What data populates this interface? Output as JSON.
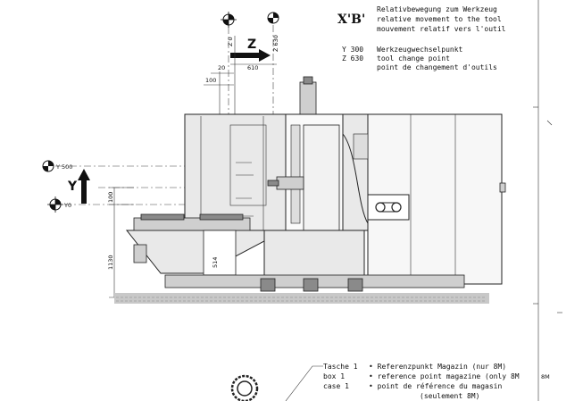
{
  "header": {
    "code": "X'B'",
    "lines": [
      "Relativbewegung zum Werkzeug",
      "relative movement to the tool",
      "mouvement relatif vers l'outil"
    ]
  },
  "tool_change": {
    "y": "Y 300",
    "y_text": "Werkzeugwechselpunkt",
    "z": "Z 630",
    "z_text1": "tool change point",
    "z_text2": "point de changement d'outils"
  },
  "axes": {
    "z_label": "Z",
    "y_label": "Y",
    "z0": "Z 0",
    "z630": "Z 630",
    "y500": "Y 500",
    "y0": "Y0"
  },
  "dimensions": {
    "d610": "610",
    "d20": "20",
    "d100_top": "100",
    "d100_side": "100",
    "d1130": "1130"
  },
  "footer": {
    "tasche": "Tasche 1",
    "box": "box 1",
    "case": "case 1",
    "de": "• Referenzpunkt Magazin (nur 8M)",
    "en": "• reference point magazine (only 8M",
    "fr": "• point de référence du magasin",
    "fr_cut": "(seulement 8M)",
    "side_note": "8M"
  },
  "icons": [
    "reference-point-icon",
    "arrow-right-icon",
    "arrow-up-icon"
  ]
}
